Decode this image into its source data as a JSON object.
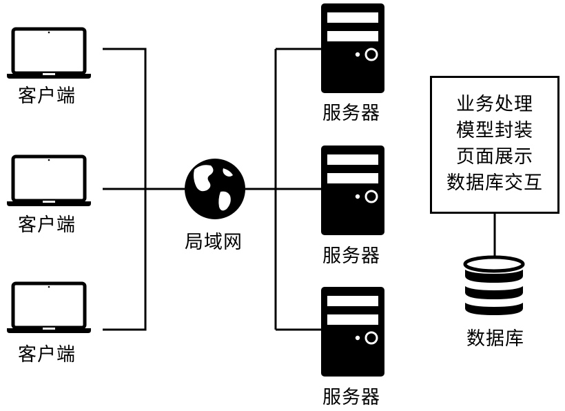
{
  "clients": [
    {
      "label": "客户端",
      "icon": "laptop-icon"
    },
    {
      "label": "客户端",
      "icon": "laptop-icon"
    },
    {
      "label": "客户端",
      "icon": "laptop-icon"
    }
  ],
  "network": {
    "label": "局域网",
    "icon": "globe-icon"
  },
  "servers": [
    {
      "label": "服务器",
      "icon": "server-icon"
    },
    {
      "label": "服务器",
      "icon": "server-icon"
    },
    {
      "label": "服务器",
      "icon": "server-icon"
    }
  ],
  "functions": [
    "业务处理",
    "模型封装",
    "页面展示",
    "数据库交互"
  ],
  "database": {
    "label": "数据库",
    "icon": "database-icon"
  },
  "colors": {
    "stroke": "#000000",
    "background": "#ffffff"
  }
}
